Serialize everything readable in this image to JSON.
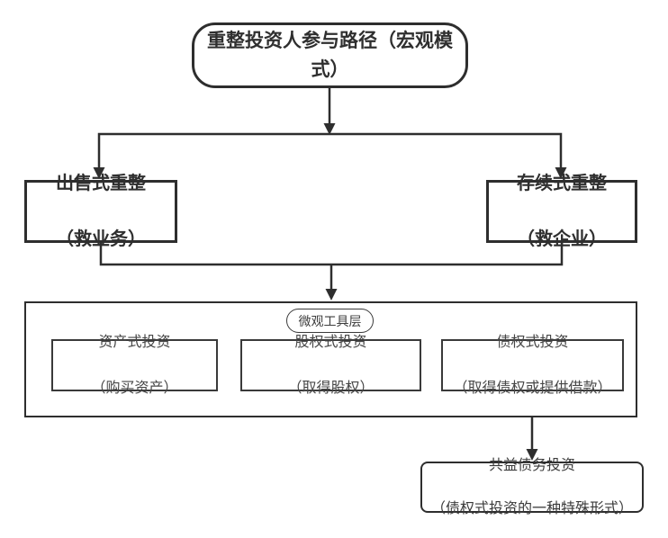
{
  "flowchart": {
    "root": {
      "label": "重整投资人参与路径（宏观模式）"
    },
    "macro_modes": [
      {
        "key": "sale-restructuring",
        "title": "出售式重整",
        "subtitle": "（救业务）"
      },
      {
        "key": "survival-restructuring",
        "title": "存续式重整",
        "subtitle": "（救企业）"
      }
    ],
    "tool_layer": {
      "label": "微观工具层",
      "tools": [
        {
          "key": "asset-investment",
          "title": "资产式投资",
          "subtitle": "（购买资产）"
        },
        {
          "key": "equity-investment",
          "title": "股权式投资",
          "subtitle": "（取得股权）"
        },
        {
          "key": "debt-investment",
          "title": "债权式投资",
          "subtitle": "（取得债权或提供借款）"
        }
      ]
    },
    "special_node": {
      "title": "共益债务投资",
      "subtitle": "（债权式投资的一种特殊形式）"
    }
  },
  "colors": {
    "line": "#2e2e2e",
    "text": "#2f2f2f",
    "background": "#ffffff"
  }
}
